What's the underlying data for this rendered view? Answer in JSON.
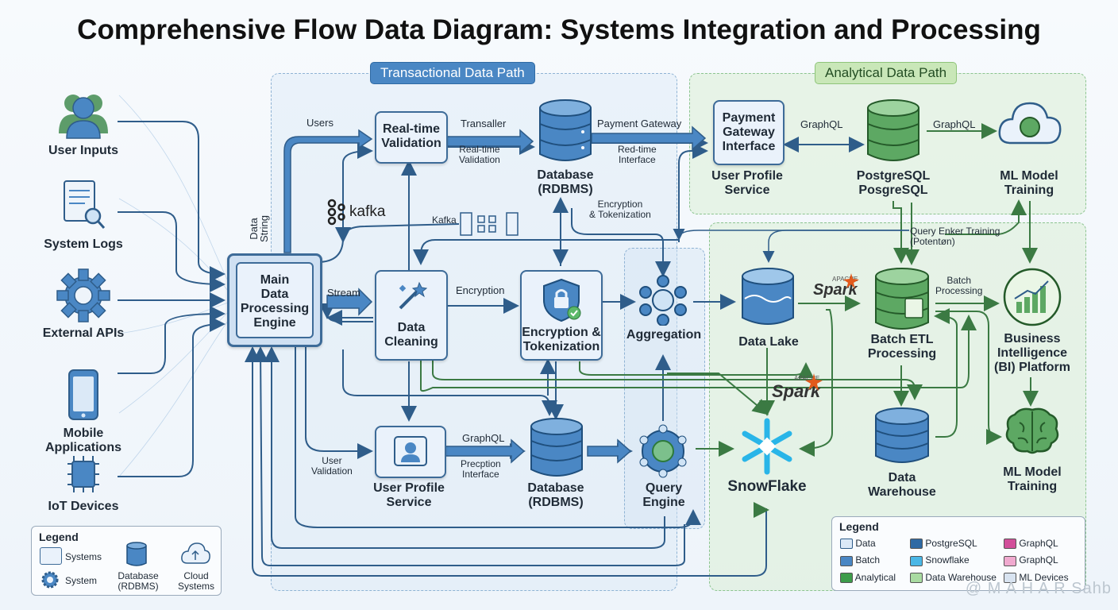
{
  "title": "Comprehensive Flow Data Diagram: Systems Integration and Processing",
  "paths": {
    "transactional": "Transactional Data Path",
    "analytical": "Analytical Data Path"
  },
  "sources": [
    {
      "icon": "users-icon",
      "label": "User Inputs"
    },
    {
      "icon": "document-search-icon",
      "label": "System Logs"
    },
    {
      "icon": "gear-icon",
      "label": "External APIs"
    },
    {
      "icon": "smartphone-icon",
      "label": "Mobile\nApplications"
    },
    {
      "icon": "chip-icon",
      "label": "IoT Devices"
    }
  ],
  "engine": {
    "label": "Main\nData\nProcessing\nEngine",
    "side_label": "Data String"
  },
  "nodes": {
    "realtime_validation": "Real-time\nValidation",
    "db_top": "Database\n(RDBMS)",
    "payment_gateway": "Payment\nGateway\nInterface",
    "user_profile_top": "User Profile\nService",
    "postgres": "PostgreSQL\nPosgreSQL",
    "ml_top": "ML Model\nTraining",
    "kafka": "kafka",
    "data_cleaning": "Data\nCleaning",
    "encryption": "Encryption &\nTokenization",
    "aggregation": "Aggregation",
    "data_lake": "Data Lake",
    "spark1": "Spark",
    "spark1_small": "APACHE",
    "batch_etl": "Batch ETL\nProcessing",
    "bi": "Business\nIntelligence\n(BI) Platform",
    "spark2": "Spark",
    "spark2_small": "APACHE",
    "snowflake": "SnowFlake",
    "data_warehouse": "Data\nWarehouse",
    "ml_bottom": "ML Model\nTraining",
    "user_profile_bottom": "User Profile\nService",
    "db_bottom": "Database\n(RDBMS)",
    "query_engine": "Query\nEngine"
  },
  "edge_labels": {
    "users": "Users",
    "transaller": "Transaller",
    "realtime_val_small": "Real-time\nValidation",
    "payment_gateway": "Payment Gateway",
    "redtime_interface": "Red-time\nInterface",
    "graphql1": "GraphQL",
    "graphql2": "GraphQL",
    "enc_token": "Encryption\n& Tokenization",
    "kafka_edge": "Kafka",
    "query_enker": "Query Enker Training\n(Potentøn)",
    "stream": "Stream",
    "encryption": "Encryption",
    "batch_processing": "Batch\nProcessing",
    "user_validation": "User\nValidation",
    "graphql3": "GraphQL",
    "precption": "Precption\nInterface"
  },
  "legend_left": {
    "title": "Legend",
    "items": [
      {
        "icon": "system-box-icon",
        "label": "Systems"
      },
      {
        "icon": "database-icon",
        "label": "Database\n(RDBMS)"
      },
      {
        "icon": "cloud-icon",
        "label": "Cloud\nSystems"
      },
      {
        "icon": "gear-icon",
        "label": "System"
      }
    ]
  },
  "legend_right": {
    "title": "Legend",
    "items": [
      {
        "label": "Data",
        "color": "#dbe9f7"
      },
      {
        "label": "PostgreSQL",
        "color": "#2f6aa4"
      },
      {
        "label": "GraphQL",
        "color": "#d24f9a"
      },
      {
        "label": "Batch",
        "color": "#4a87c4"
      },
      {
        "label": "Snowflake",
        "color": "#4ab7e6"
      },
      {
        "label": "GraphQL",
        "color": "#f0a9cf"
      },
      {
        "label": "Analytical",
        "color": "#3d9c4a"
      },
      {
        "label": "Data Warehouse",
        "color": "#a9dba1"
      },
      {
        "label": "ML Devices",
        "color": "#d8e3f0"
      }
    ]
  },
  "watermark": "@ M A H A R Sahb",
  "colors": {
    "blue": "#3d6b98",
    "green": "#3b7a43",
    "accent_blue": "#4a87c4",
    "snowflake": "#29b5e8",
    "spark": "#e25a1c"
  }
}
